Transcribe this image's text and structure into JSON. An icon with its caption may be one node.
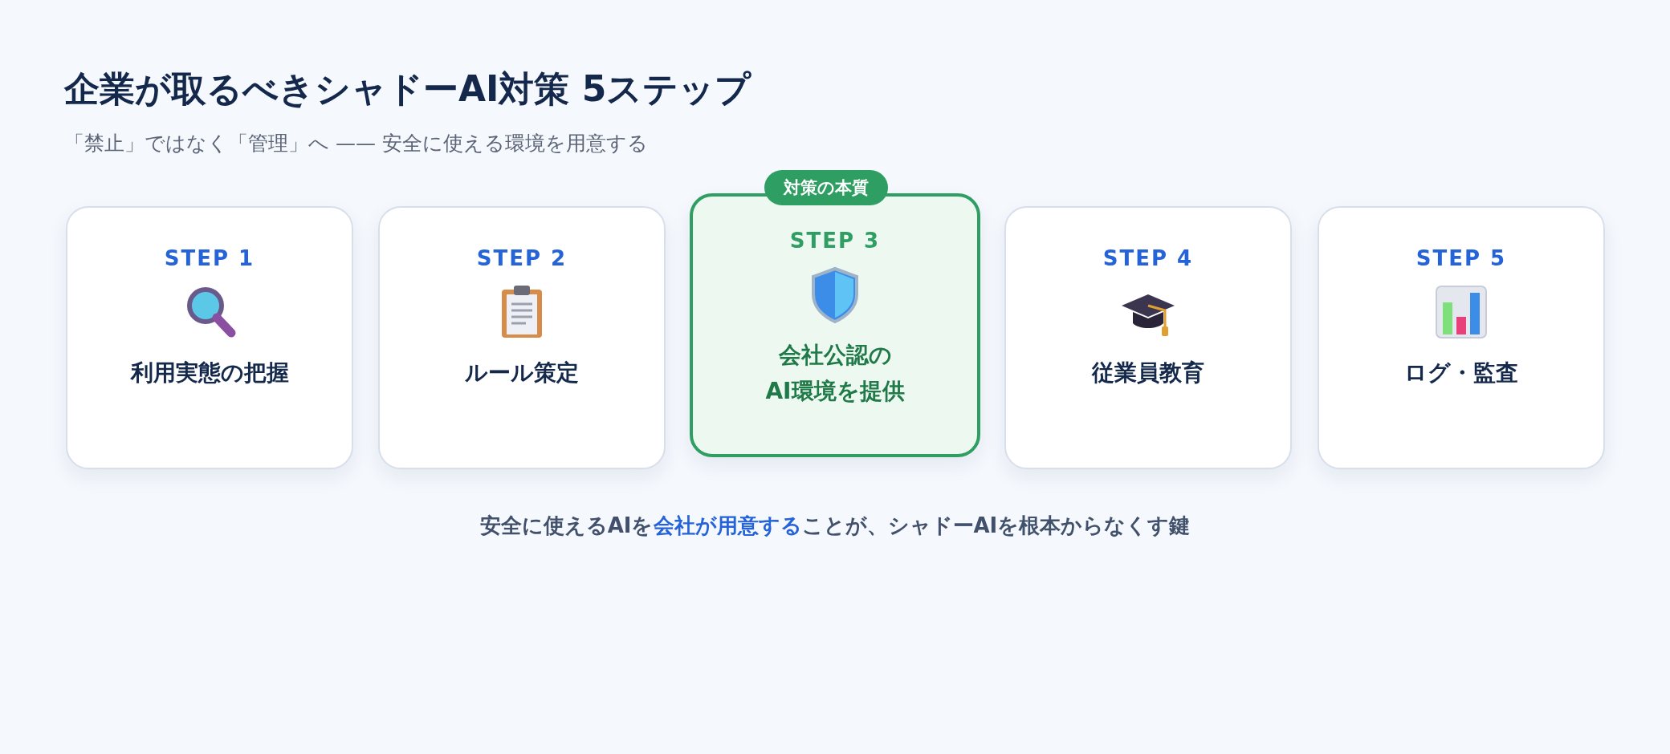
{
  "diagram": {
    "title": "企業が取るべきシャドーAI対策 5ステップ",
    "nodes": [
      {
        "text": [
          "STEP 1",
          "利用実態の把握"
        ]
      },
      {
        "text": [
          "STEP 2",
          "ルール策定"
        ]
      },
      {
        "text": [
          "対策の本質"
        ]
      },
      {
        "text": [
          "STEP 3",
          "会社公認の AI環境を提供"
        ]
      },
      {
        "text": [
          "STEP 4",
          "従業員教育"
        ]
      },
      {
        "text": [
          "STEP 5",
          "ログ・監査"
        ]
      }
    ],
    "labels": [
      "「禁止」ではなく「管理」へ —— 安全に使える環境を用意する",
      "安全に使えるAIを**会社が用意する**ことが、シャドーAIを根本からなくす鍵"
    ]
  }
}
